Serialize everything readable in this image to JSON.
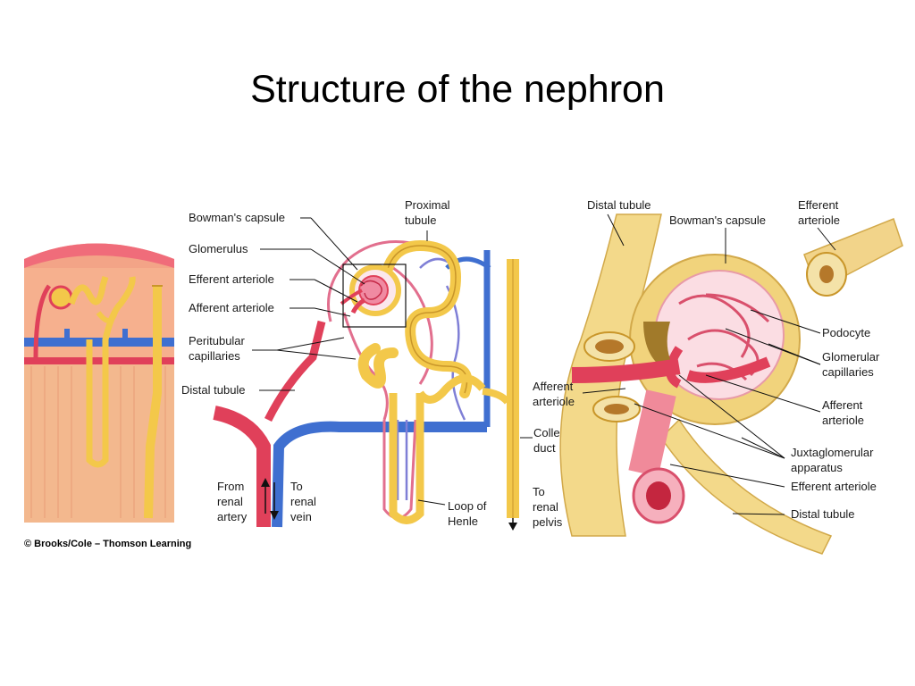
{
  "slide": {
    "title": "Structure of the nephron"
  },
  "credit": "© Brooks/Cole – Thomson Learning",
  "labels": {
    "bowmans_capsule": "Bowman's capsule",
    "glomerulus": "Glomerulus",
    "efferent_arteriole": "Efferent arteriole",
    "afferent_arteriole": "Afferent arteriole",
    "peritubular_capillaries": [
      "Peritubular",
      "capillaries"
    ],
    "distal_tubule": "Distal tubule",
    "proximal_tubule": [
      "Proximal",
      "tubule"
    ],
    "from_renal_artery": [
      "From",
      "renal",
      "artery"
    ],
    "to_renal_vein": [
      "To",
      "renal",
      "vein"
    ],
    "loop_of_henle": [
      "Loop of",
      "Henle"
    ],
    "collecting_duct": [
      "Collecting",
      "duct"
    ],
    "to_renal_pelvis": [
      "To",
      "renal",
      "pelvis"
    ]
  },
  "detail_labels": {
    "distal_tubule_top": "Distal tubule",
    "bowmans_capsule": "Bowman's capsule",
    "efferent_arteriole_top": [
      "Efferent",
      "arteriole"
    ],
    "podocyte": "Podocyte",
    "glomerular_capillaries": [
      "Glomerular",
      "capillaries"
    ],
    "afferent_arteriole_left": [
      "Afferent",
      "arteriole"
    ],
    "afferent_arteriole_right": [
      "Afferent",
      "arteriole"
    ],
    "juxtaglomerular_apparatus": [
      "Juxtaglomerular",
      "apparatus"
    ],
    "efferent_arteriole_bottom": "Efferent arteriole",
    "distal_tubule_bottom": "Distal tubule"
  },
  "colors": {
    "artery": "#e0405a",
    "vein": "#3f6fd0",
    "tubule": "#f3c84a",
    "tubule_edge": "#c9962a",
    "cortex": "#f08a6a"
  }
}
